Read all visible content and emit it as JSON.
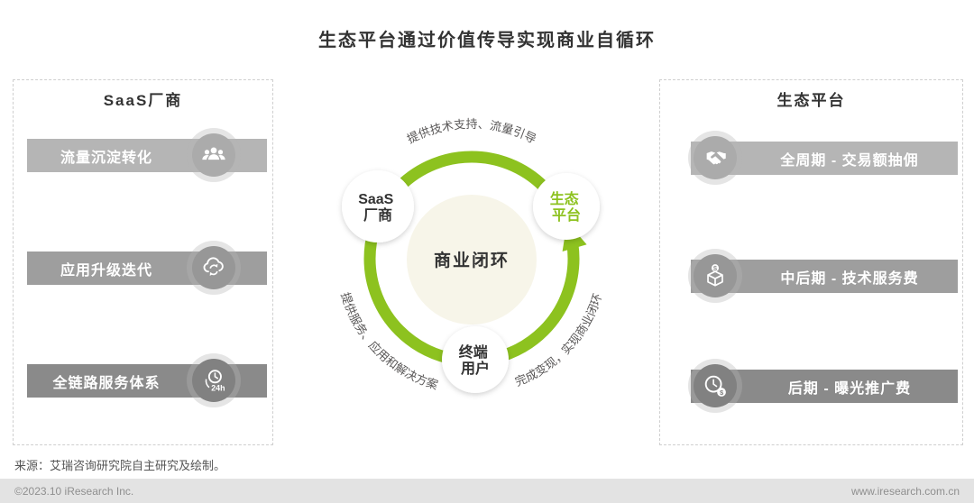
{
  "title": "生态平台通过价值传导实现商业自循环",
  "left_panel": {
    "header": "SaaS厂商",
    "rows": [
      {
        "label": "流量沉淀转化",
        "icon": "crowd-icon"
      },
      {
        "label": "应用升级迭代",
        "icon": "cloud-sync-icon"
      },
      {
        "label": "全链路服务体系",
        "icon": "clock-24h-icon",
        "icon_text": "24h"
      }
    ]
  },
  "right_panel": {
    "header": "生态平台",
    "rows": [
      {
        "label": "全周期 - 交易额抽佣",
        "icon": "handshake-icon"
      },
      {
        "label": "中后期 - 技术服务费",
        "icon": "box-dollar-icon",
        "icon_text": "$"
      },
      {
        "label": "后期 - 曝光推广费",
        "icon": "clock-dollar-icon",
        "icon_text": "$"
      }
    ]
  },
  "diagram": {
    "center_label": "商业闭环",
    "nodes": {
      "saas": {
        "line1": "SaaS",
        "line2": "厂商"
      },
      "platform": {
        "line1": "生态",
        "line2": "平台"
      },
      "user": {
        "line1": "终端",
        "line2": "用户"
      }
    },
    "arc_labels": {
      "top": "提供技术支持、流量引导",
      "left": "提供服务、应用和解决方案",
      "right": "完成变现，实现商业闭环"
    }
  },
  "source_note": "来源：艾瑞咨询研究院自主研究及绘制。",
  "footer": {
    "copyright": "©2023.10 iResearch Inc.",
    "website": "www.iresearch.com.cn"
  },
  "colors": {
    "accent_green": "#8dc21f",
    "bar_gray_light": "#b5b5b5",
    "bar_gray_mid": "#9e9e9e",
    "bar_gray_dark": "#8a8a8a",
    "center_circle_fill": "#f7f5e9",
    "footer_bg": "#e3e3e3"
  }
}
